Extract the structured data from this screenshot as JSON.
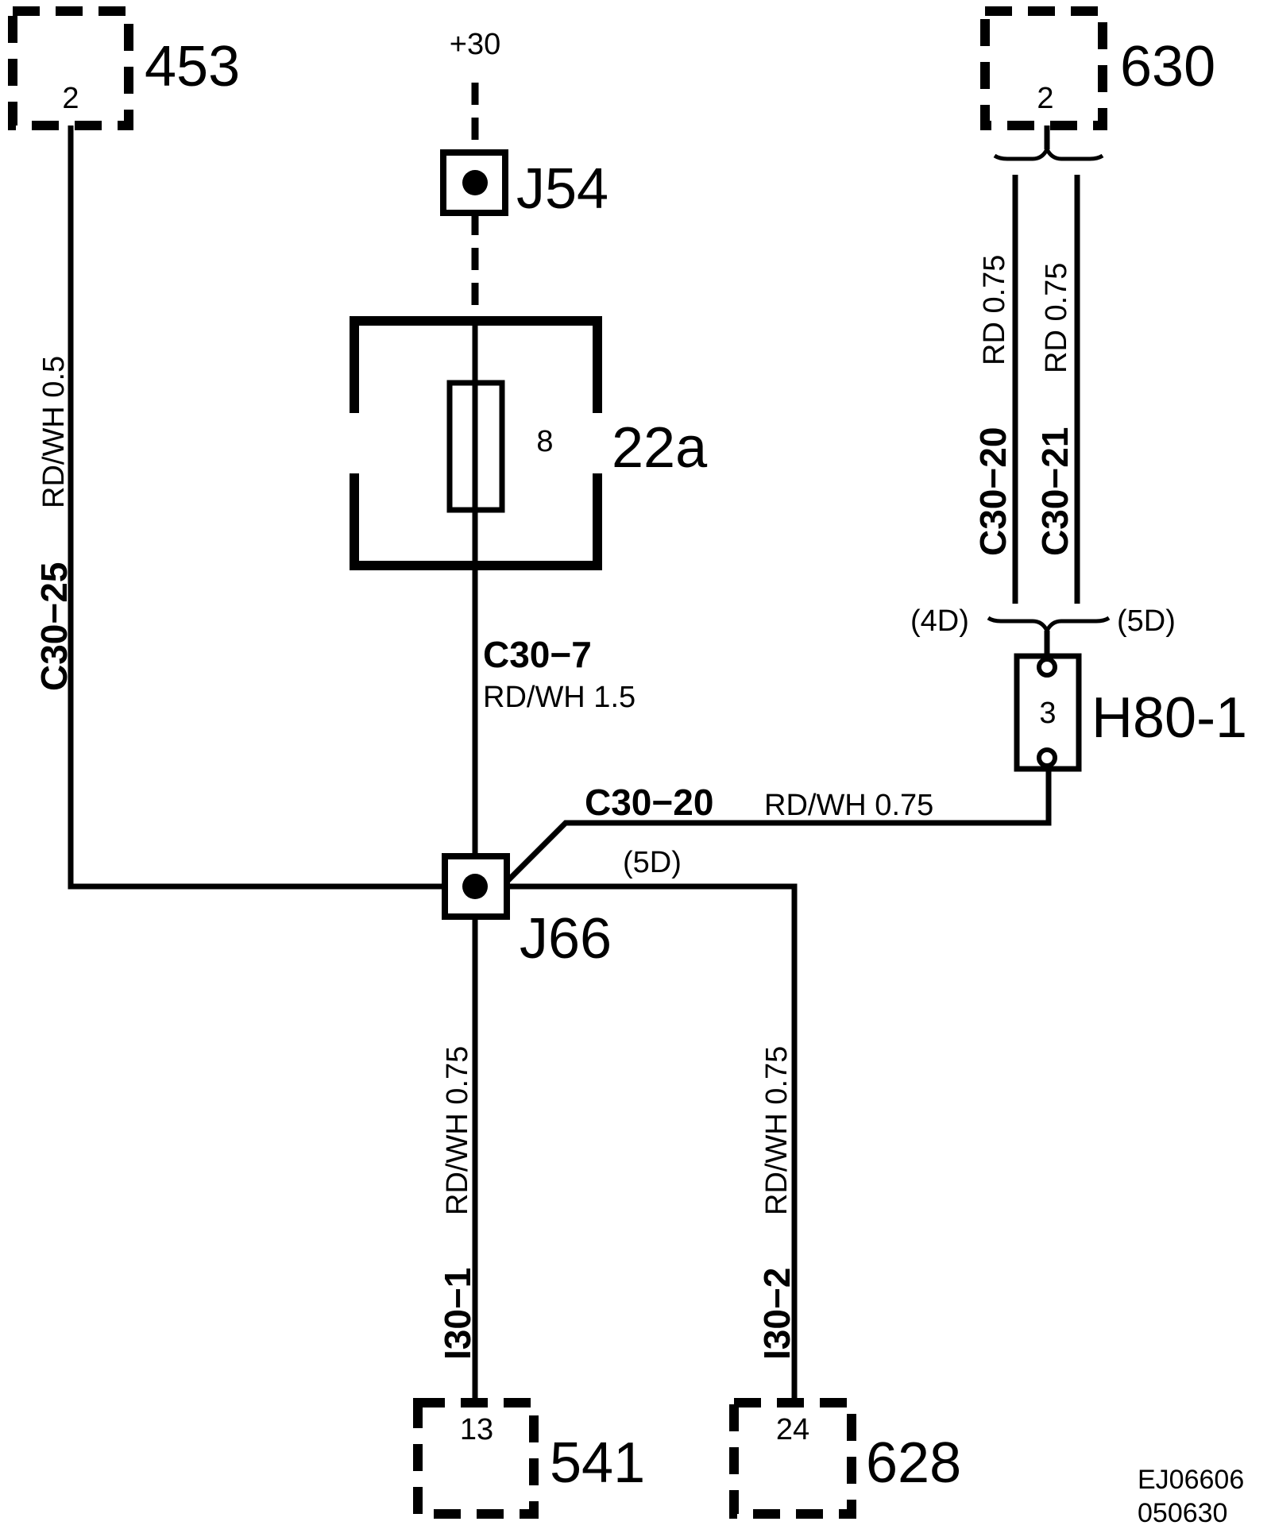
{
  "components": {
    "c453": {
      "id": "453",
      "pin": "2"
    },
    "c630": {
      "id": "630",
      "pin": "2"
    },
    "c541": {
      "id": "541",
      "pin": "13"
    },
    "c628": {
      "id": "628",
      "pin": "24"
    },
    "fuse": {
      "id": "22a",
      "number": "8"
    },
    "connector": {
      "id": "H80-1",
      "pin": "3"
    }
  },
  "supply": "+30",
  "junctions": {
    "j54": "J54",
    "j66": "J66"
  },
  "wires": {
    "c30_25": {
      "code": "C30−25",
      "spec": "RD/WH  0.5"
    },
    "c30_7": {
      "code": "C30−7",
      "spec": "RD/WH  1.5"
    },
    "c30_20_upper": {
      "code": "C30−20",
      "spec": "RD  0.75"
    },
    "c30_21": {
      "code": "C30−21",
      "spec": "RD  0.75"
    },
    "c30_20_lower": {
      "code": "C30−20",
      "spec": "RD/WH  0.75"
    },
    "i30_1": {
      "code": "I30−1",
      "spec": "RD/WH  0.75"
    },
    "i30_2": {
      "code": "I30−2",
      "spec": "RD/WH  0.75"
    }
  },
  "locations": {
    "loc_4d": "(4D)",
    "loc_5d_right": "(5D)",
    "loc_5d_mid": "(5D)"
  },
  "reference": {
    "line1": "EJ06606",
    "line2": "050630"
  }
}
